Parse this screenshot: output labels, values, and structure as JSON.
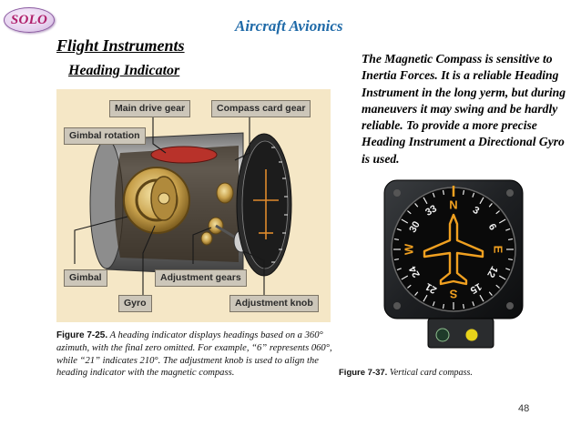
{
  "badge": {
    "label": "SOLO"
  },
  "header": {
    "title": "Aircraft Avionics"
  },
  "section": {
    "title": "Flight Instruments",
    "subtitle": "Heading Indicator"
  },
  "description": "The Magnetic Compass is sensitive to Inertia Forces. It is a reliable Heading Instrument in the long yerm, but during maneuvers it may swing and be hardly reliable. To provide a more precise Heading Instrument a Directional Gyro is used.",
  "figure1": {
    "labels": {
      "main_drive_gear": "Main drive gear",
      "compass_card_gear": "Compass card gear",
      "gimbal_rotation": "Gimbal rotation",
      "gimbal": "Gimbal",
      "adjustment_gears": "Adjustment gears",
      "gyro": "Gyro",
      "adjustment_knob": "Adjustment knob"
    },
    "caption_num": "Figure 7-25.",
    "caption_text": " A heading indicator displays headings based on a 360° azimuth, with the final zero omitted. For example, “6” represents 060°, while “21” indicates 210°. The adjustment knob is used to align the heading indicator with the magnetic compass."
  },
  "figure2": {
    "dial_labels": [
      "N",
      "3",
      "6",
      "E",
      "12",
      "15",
      "S",
      "21",
      "24",
      "W",
      "30",
      "33"
    ],
    "caption_num": "Figure 7-37.",
    "caption_text": " Vertical card compass."
  },
  "footer": {
    "page_number": "48"
  }
}
